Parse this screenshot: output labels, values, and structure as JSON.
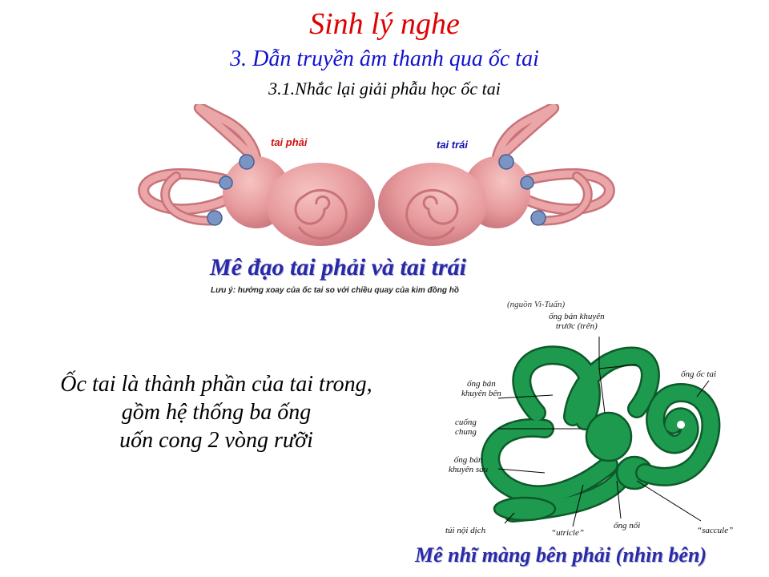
{
  "title": "Sinh lý nghe",
  "subtitle": "3. Dẫn truyền âm thanh qua ốc tai",
  "subsubtitle": "3.1.Nhắc lại giải phẫu học ốc tai",
  "labyrinth_figure": {
    "label_right": "tai phải",
    "label_left": "tai trái",
    "caption": "Mê đạo tai phải và tai trái",
    "note": "Lưu ý: hướng xoay của ốc tai so với chiều quay của kim đồng hồ",
    "source": "(nguồn Vi-Tuấn)",
    "colors": {
      "tissue": "#e79a9c",
      "tissue_dark": "#c8737a",
      "ampulla": "#7a94c4"
    }
  },
  "body_text": {
    "line1": "Ốc tai là thành phần của tai trong,",
    "line2": "gồm hệ thống ba ống",
    "line3": "uốn cong 2 vòng rưỡi"
  },
  "membrane_figure": {
    "labels": {
      "anterior_canal_l1": "ống bán khuyên",
      "anterior_canal_l2": "trước (trên)",
      "cochlear_duct": "ống ốc tai",
      "lateral_canal_l1": "ống bán",
      "lateral_canal_l2": "khuyên bên",
      "common_crus_l1": "cuống",
      "common_crus_l2": "chung",
      "posterior_canal_l1": "ống bán",
      "posterior_canal_l2": "khuyên sau",
      "endolymphatic_sac": "túi nội dịch",
      "utricle": "“utricle”",
      "reuniens": "ống nối",
      "saccule": "“saccule”"
    },
    "caption": "Mê nhĩ màng bên phải (nhìn bên)",
    "colors": {
      "membrane": "#1e9a4e",
      "outline": "#0c5a2a"
    }
  }
}
